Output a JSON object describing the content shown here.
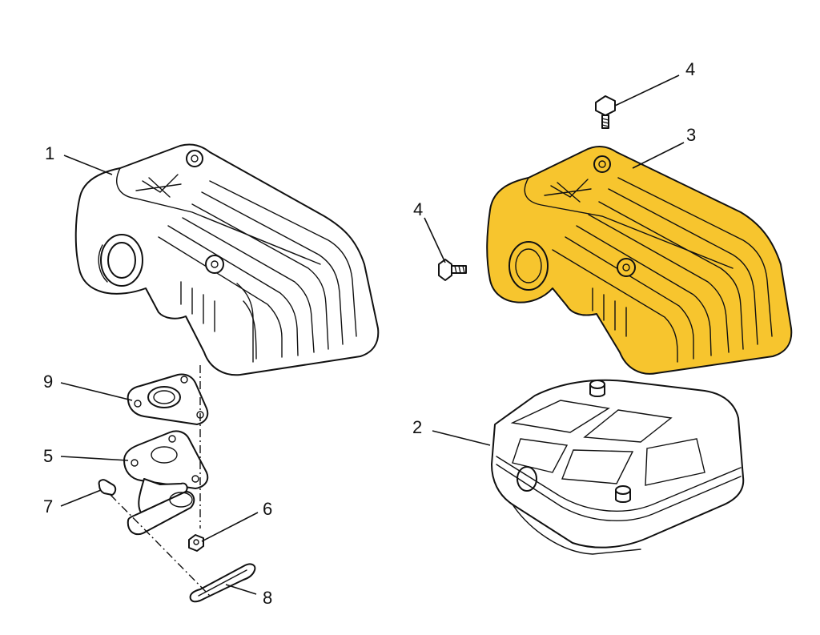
{
  "colors": {
    "highlight": "#F7C52E",
    "line": "#111111",
    "background": "#ffffff"
  },
  "callouts": {
    "item1": "1",
    "item2": "2",
    "item3": "3",
    "item4_top": "4",
    "item4_left": "4",
    "item5": "5",
    "item6": "6",
    "item7": "7",
    "item8": "8",
    "item9": "9"
  },
  "highlighted_part": "3"
}
